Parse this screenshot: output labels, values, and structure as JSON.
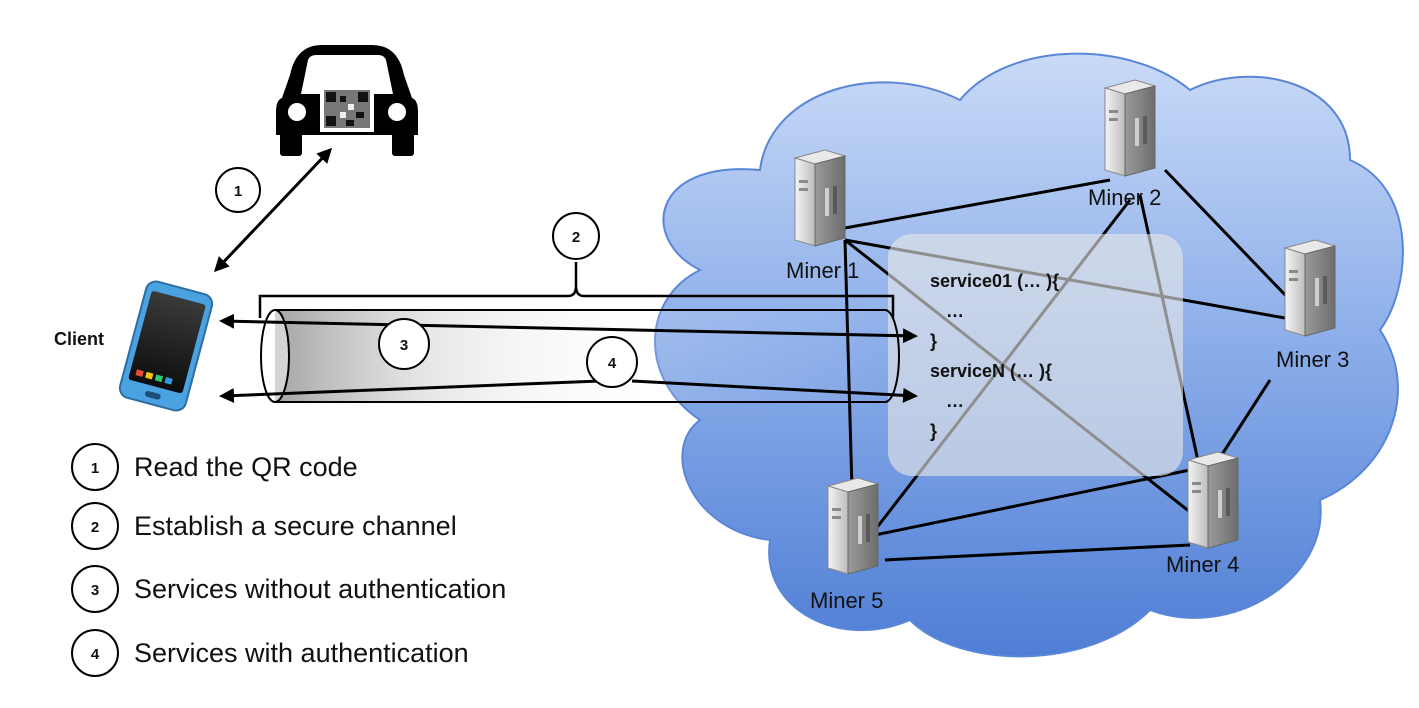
{
  "client_label": "Client",
  "steps": [
    {
      "num": "1",
      "text": "Read the QR code"
    },
    {
      "num": "2",
      "text": "Establish a secure channel"
    },
    {
      "num": "3",
      "text": "Services without authentication"
    },
    {
      "num": "4",
      "text": "Services with authentication"
    }
  ],
  "miners": [
    {
      "label": "Miner 1"
    },
    {
      "label": "Miner 2"
    },
    {
      "label": "Miner 3"
    },
    {
      "label": "Miner 4"
    },
    {
      "label": "Miner 5"
    }
  ],
  "code_lines": [
    "service01 (… ){",
    "…",
    "}",
    "serviceN (… ){",
    "…",
    "}"
  ],
  "colors": {
    "cloud_top": "#c7d8f6",
    "cloud_bottom": "#4f7fd6",
    "arrow": "#000000",
    "code_panel": "#e6e6e6"
  },
  "icons": {
    "car": "car-icon",
    "qr_code": "qr-code-icon",
    "phone": "smartphone-icon",
    "server": "server-icon",
    "cloud": "cloud-icon"
  }
}
